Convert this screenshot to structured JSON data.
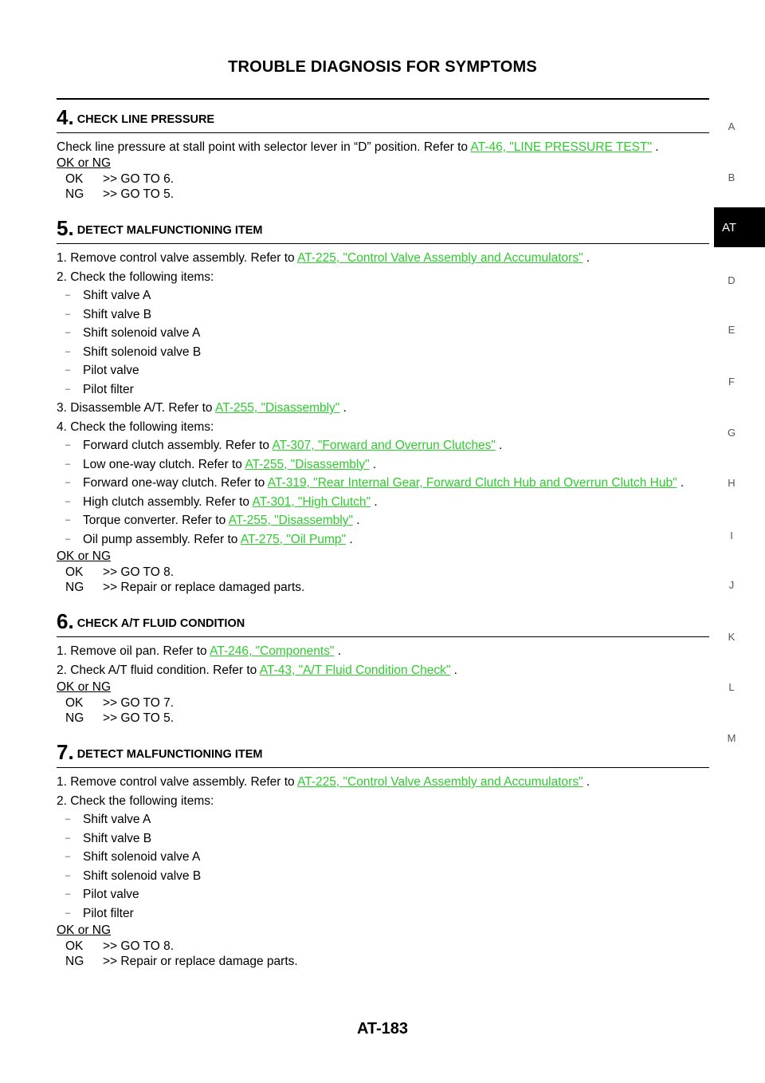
{
  "header": {
    "title": "TROUBLE DIAGNOSIS FOR SYMPTOMS"
  },
  "footer": {
    "page": "AT-183"
  },
  "side_index": {
    "letters": [
      "A",
      "B",
      "D",
      "E",
      "F",
      "G",
      "H",
      "I",
      "J",
      "K",
      "L",
      "M"
    ],
    "active": "AT"
  },
  "sections": [
    {
      "num": "4.",
      "title": "CHECK LINE PRESSURE",
      "intro": {
        "pre": "Check line pressure at stall point with selector lever in “D” position. Refer to ",
        "link": "AT-46, \"LINE PRESSURE TEST\"",
        "post": " ."
      },
      "ok_label": "OK or NG",
      "results": [
        {
          "k": "OK",
          "v": ">> GO TO 6."
        },
        {
          "k": "NG",
          "v": ">> GO TO 5."
        }
      ]
    },
    {
      "num": "5.",
      "title": "DETECT MALFUNCTIONING ITEM",
      "steps": [
        {
          "pre": "1. Remove control valve assembly. Refer to ",
          "link": "AT-225, \"Control Valve Assembly and Accumulators\"",
          "post": " ."
        },
        {
          "pre": "2. Check the following items:"
        }
      ],
      "items_a": [
        "Shift valve A",
        "Shift valve B",
        "Shift solenoid valve A",
        "Shift solenoid valve B",
        "Pilot valve",
        "Pilot filter"
      ],
      "steps_b": [
        {
          "pre": "3. Disassemble A/T. Refer to ",
          "link": "AT-255, \"Disassembly\"",
          "post": " ."
        },
        {
          "pre": "4. Check the following items:"
        }
      ],
      "items_b": [
        {
          "pre": "Forward clutch assembly. Refer to ",
          "link": "AT-307, \"Forward and Overrun Clutches\"",
          "post": " ."
        },
        {
          "pre": "Low one-way clutch. Refer to ",
          "link": "AT-255, \"Disassembly\"",
          "post": " ."
        },
        {
          "pre": "Forward one-way clutch. Refer to ",
          "link": "AT-319, \"Rear Internal Gear, Forward Clutch Hub and Overrun Clutch Hub\"",
          "post": " ."
        },
        {
          "pre": "High clutch assembly. Refer to ",
          "link": "AT-301, \"High Clutch\"",
          "post": " ."
        },
        {
          "pre": "Torque converter. Refer to ",
          "link": "AT-255, \"Disassembly\"",
          "post": " ."
        },
        {
          "pre": "Oil pump assembly. Refer to ",
          "link": "AT-275, \"Oil Pump\"",
          "post": " ."
        }
      ],
      "ok_label": "OK or NG",
      "results": [
        {
          "k": "OK",
          "v": ">> GO TO 8."
        },
        {
          "k": "NG",
          "v": ">> Repair or replace damaged parts."
        }
      ]
    },
    {
      "num": "6.",
      "title": "CHECK A/T FLUID CONDITION",
      "steps": [
        {
          "pre": "1. Remove oil pan. Refer to ",
          "link": "AT-246, \"Components\"",
          "post": " ."
        },
        {
          "pre": "2. Check A/T fluid condition. Refer to ",
          "link": "AT-43, \"A/T Fluid Condition Check\"",
          "post": " ."
        }
      ],
      "ok_label": "OK or NG",
      "results": [
        {
          "k": "OK",
          "v": ">> GO TO 7."
        },
        {
          "k": "NG",
          "v": ">> GO TO 5."
        }
      ]
    },
    {
      "num": "7.",
      "title": "DETECT MALFUNCTIONING ITEM",
      "steps": [
        {
          "pre": "1. Remove control valve assembly. Refer to ",
          "link": "AT-225, \"Control Valve Assembly and Accumulators\"",
          "post": " ."
        },
        {
          "pre": "2. Check the following items:"
        }
      ],
      "items_a": [
        "Shift valve A",
        "Shift valve B",
        "Shift solenoid valve A",
        "Shift solenoid valve B",
        "Pilot valve",
        "Pilot filter"
      ],
      "ok_label": "OK or NG",
      "results": [
        {
          "k": "OK",
          "v": ">> GO TO 8."
        },
        {
          "k": "NG",
          "v": ">> Repair or replace damage parts."
        }
      ]
    }
  ],
  "dash_mark": "–"
}
